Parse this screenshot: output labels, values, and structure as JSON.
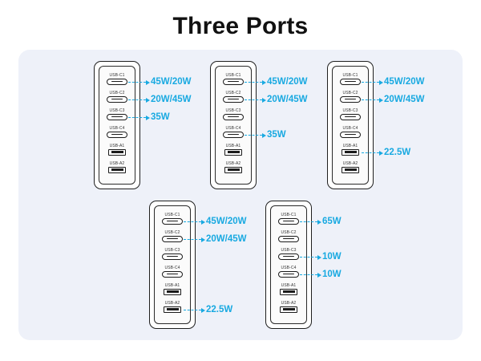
{
  "title": "Three Ports",
  "colors": {
    "accent": "#18a9e1",
    "panel": "#eef1f9",
    "outline": "#1f1f1f"
  },
  "port_labels": [
    "USB-C1",
    "USB-C2",
    "USB-C3",
    "USB-C4",
    "USB-A1",
    "USB-A2"
  ],
  "configs": [
    {
      "callouts": [
        {
          "port": 0,
          "text": "45W/20W"
        },
        {
          "port": 1,
          "text": "20W/45W"
        },
        {
          "port": 2,
          "text": "35W"
        }
      ]
    },
    {
      "callouts": [
        {
          "port": 0,
          "text": "45W/20W"
        },
        {
          "port": 1,
          "text": "20W/45W"
        },
        {
          "port": 3,
          "text": "35W"
        }
      ]
    },
    {
      "callouts": [
        {
          "port": 0,
          "text": "45W/20W"
        },
        {
          "port": 1,
          "text": "20W/45W"
        },
        {
          "port": 4,
          "text": "22.5W"
        }
      ]
    },
    {
      "callouts": [
        {
          "port": 0,
          "text": "45W/20W"
        },
        {
          "port": 1,
          "text": "20W/45W"
        },
        {
          "port": 5,
          "text": "22.5W"
        }
      ]
    },
    {
      "callouts": [
        {
          "port": 0,
          "text": "65W"
        },
        {
          "port": 2,
          "text": "10W"
        },
        {
          "port": 3,
          "text": "10W"
        }
      ]
    }
  ]
}
